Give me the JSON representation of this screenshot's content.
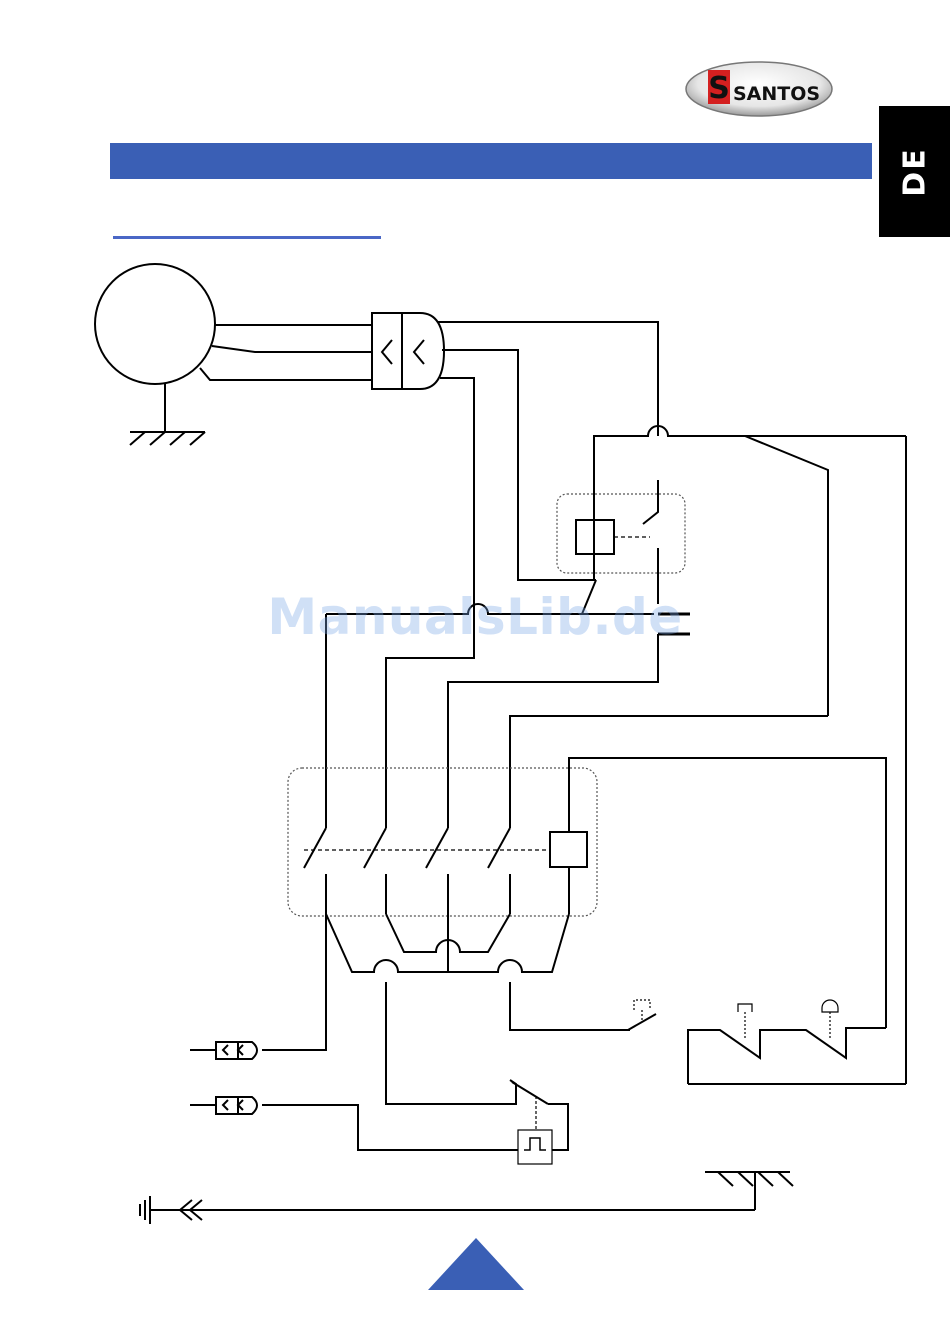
{
  "header": {
    "brand_logo_text": "SANTOS",
    "language_tab": "DE",
    "bar_color": "#3a5fb5",
    "subtitle_rule_color": "#4a67c6"
  },
  "watermark": {
    "text": "ManualsLib.de",
    "color": "#7aa7e8"
  },
  "navigation": {
    "up_arrow_color": "#3a5fb5"
  },
  "diagram": {
    "line_color": "#000000",
    "box_outline_color": "#555555",
    "icons": [
      "motor-circle-icon",
      "ground-symbol-icon",
      "plug-connector-icon",
      "capacitor-icon",
      "relay-coil-icon",
      "contactor-icon",
      "thermal-switch-icon",
      "pushbutton-icon",
      "mains-earth-icon"
    ]
  }
}
